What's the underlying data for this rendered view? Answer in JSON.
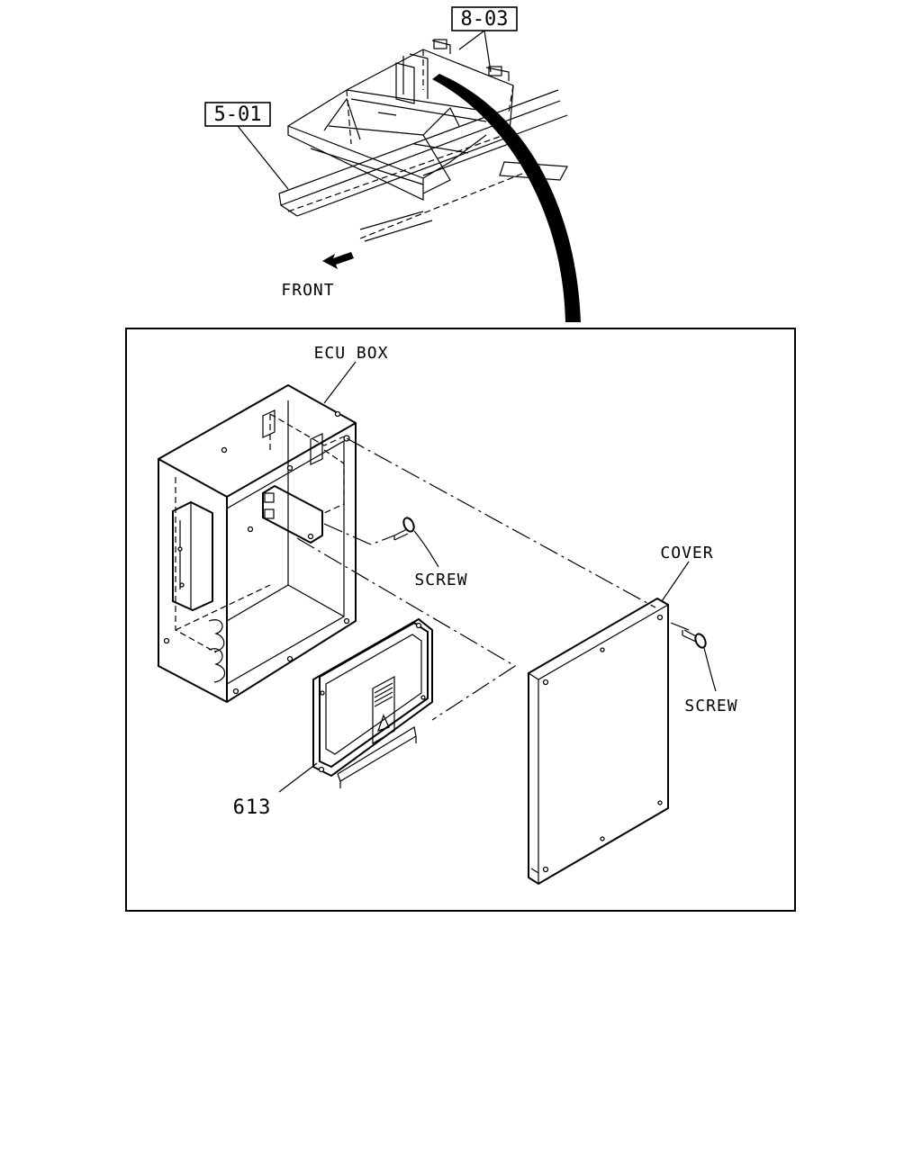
{
  "refs": {
    "ref_8_03": "8-03",
    "ref_5_01": "5-01"
  },
  "labels": {
    "front": "FRONT",
    "ecu_box": "ECU BOX",
    "screw_1": "SCREW",
    "cover": "COVER",
    "screw_2": "SCREW",
    "part_613": "613"
  }
}
